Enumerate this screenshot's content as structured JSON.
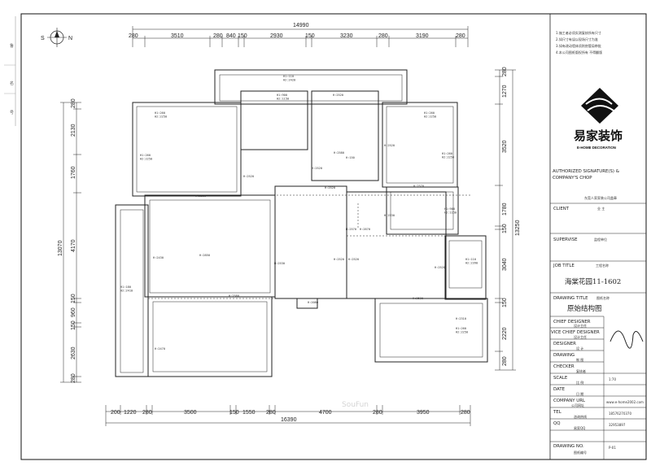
{
  "compass": {
    "s": "S",
    "n": "N"
  },
  "side_labels": [
    "鲁",
    "名",
    "号"
  ],
  "top_total": "14990",
  "top_dims": [
    "280",
    "3510",
    "280",
    "840",
    "150",
    "2930",
    "150",
    "3230",
    "280",
    "3190",
    "280"
  ],
  "bottom_dims": [
    "200",
    "1220",
    "280",
    "3500",
    "150",
    "1550",
    "280",
    "4700",
    "280",
    "3950",
    "280"
  ],
  "bottom_total": "16390",
  "left_dims": [
    "280",
    "2130",
    "1760",
    "4170",
    "13070",
    "150",
    "960",
    "150",
    "2630",
    "280"
  ],
  "right_dims": [
    "280",
    "1270",
    "3520",
    "1780",
    "150",
    "13250",
    "3040",
    "150",
    "2220",
    "280"
  ],
  "room_labels": [
    "H1:110\nH2:2420",
    "H1:900\nH2:1150",
    "H:2520",
    "H1:260\nH2:2250",
    "H1:260\nH2:2250",
    "H1:260\nH2:2250",
    "H1:260\nH2:2250",
    "H:2580",
    "H:2520",
    "H:2520",
    "H:150",
    "H:2520",
    "H:2520",
    "H:2570",
    "H:2520",
    "H:2570",
    "H:2530",
    "H:2670",
    "H1:900\nH2:1150",
    "H:2530",
    "H:2520",
    "H:2850",
    "H:2430",
    "H:2520",
    "H:2520",
    "H:2580",
    "H1:110\nH2:2390",
    "H:2520",
    "H1:180\nH2:2410",
    "H:2080",
    "H:2470",
    "H:2310",
    "H1:260\nH2:2250"
  ],
  "notes": [
    "1.施工者必须实测复核所有尺寸",
    "2.如尺寸有误以现场尺寸为准",
    "3.如有改动墙体须则房管局审批",
    "4.本公司图纸版权所有 不得翻版"
  ],
  "logo": {
    "cn": "易家装饰",
    "en": "E-HOME DECORATION"
  },
  "titleblock": {
    "authorized": "AUTHORIZED SIGNATURE(S) &",
    "company_chop": "COMPANY'S CHOP",
    "company_name": "东莞人家家装公司盖章",
    "client_label": "CLIENT",
    "client_value": "业  主",
    "supervise_label": "SUPERVISE",
    "supervise_value": "监程单位",
    "job_title_label": "JOB TITLE",
    "job_title_value": "工程名称",
    "job_name": "海棠花园11-1602",
    "drawing_title_label": "DRAWING TITLE",
    "drawing_title_value": "图纸名称",
    "drawing_name": "原始结构图",
    "chief_designer": "CHIEF DESIGNER",
    "chief_designer_cn": "设计主任",
    "vice_chief_designer": "VICE CHIEF DESIGNER",
    "vice_chief_designer_cn": "设计主任",
    "designer": "DESIGNER",
    "designer_cn": "设  计",
    "drawing": "DRAWING",
    "drawing_cn": "制  图",
    "checker": "CHECKER",
    "checker_cn": "复核者",
    "scale_label": "SCALE",
    "scale_cn": "比  例",
    "scale_value": "1:70",
    "date_label": "DATE",
    "date_cn": "日  期",
    "company_url_label": "COMPANY URL",
    "company_url_cn": "公司网址",
    "company_url": "www.e-home2002.com",
    "tel_label": "TEL",
    "tel_cn": "咨询热线",
    "tel_value": "18576270370",
    "qq_label": "QQ",
    "qq_cn": "易家QQ",
    "qq_value": "32953897",
    "drawing_no_label": "DRAWING NO.",
    "drawing_no_cn": "图纸编号",
    "drawing_no_value": "P-01"
  },
  "watermark": "SouFun"
}
